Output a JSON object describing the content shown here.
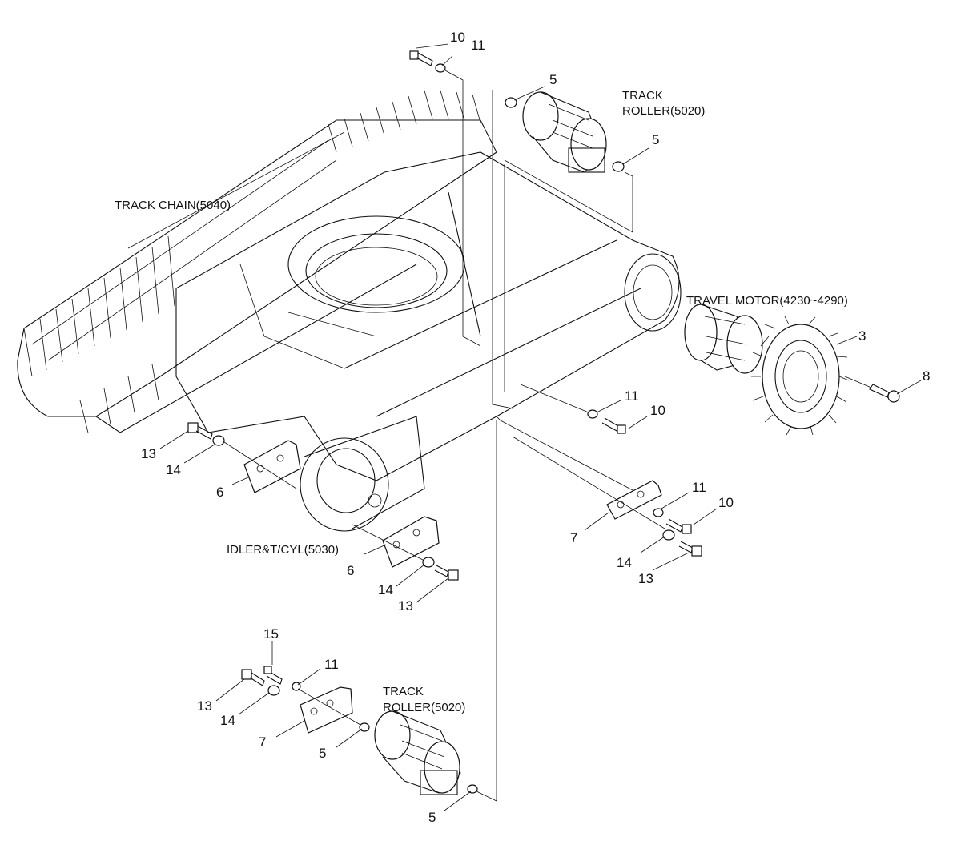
{
  "labels": {
    "track_chain": "TRACK CHAIN(5040)",
    "track_roller_top_1": "TRACK",
    "track_roller_top_2": "ROLLER(5020)",
    "travel_motor": "TRAVEL MOTOR(4230~4290)",
    "idler": "IDLER&T/CYL(5030)",
    "track_roller_bottom_1": "TRACK",
    "track_roller_bottom_2": "ROLLER(5020)"
  },
  "callouts": {
    "c10_top": "10",
    "c11_top": "11",
    "c5_top_a": "5",
    "c5_top_b": "5",
    "c3": "3",
    "c8": "8",
    "c11_mid": "11",
    "c10_mid": "10",
    "c13_left": "13",
    "c14_left": "14",
    "c6_left": "6",
    "c11_right": "11",
    "c10_right": "10",
    "c7_right": "7",
    "c14_right": "14",
    "c13_right": "13",
    "c6_mid": "6",
    "c14_mid": "14",
    "c13_mid": "13",
    "c15": "15",
    "c11_bot": "11",
    "c13_bot": "13",
    "c14_bot": "14",
    "c7_bot": "7",
    "c5_bot_a": "5",
    "c5_bot_b": "5"
  }
}
